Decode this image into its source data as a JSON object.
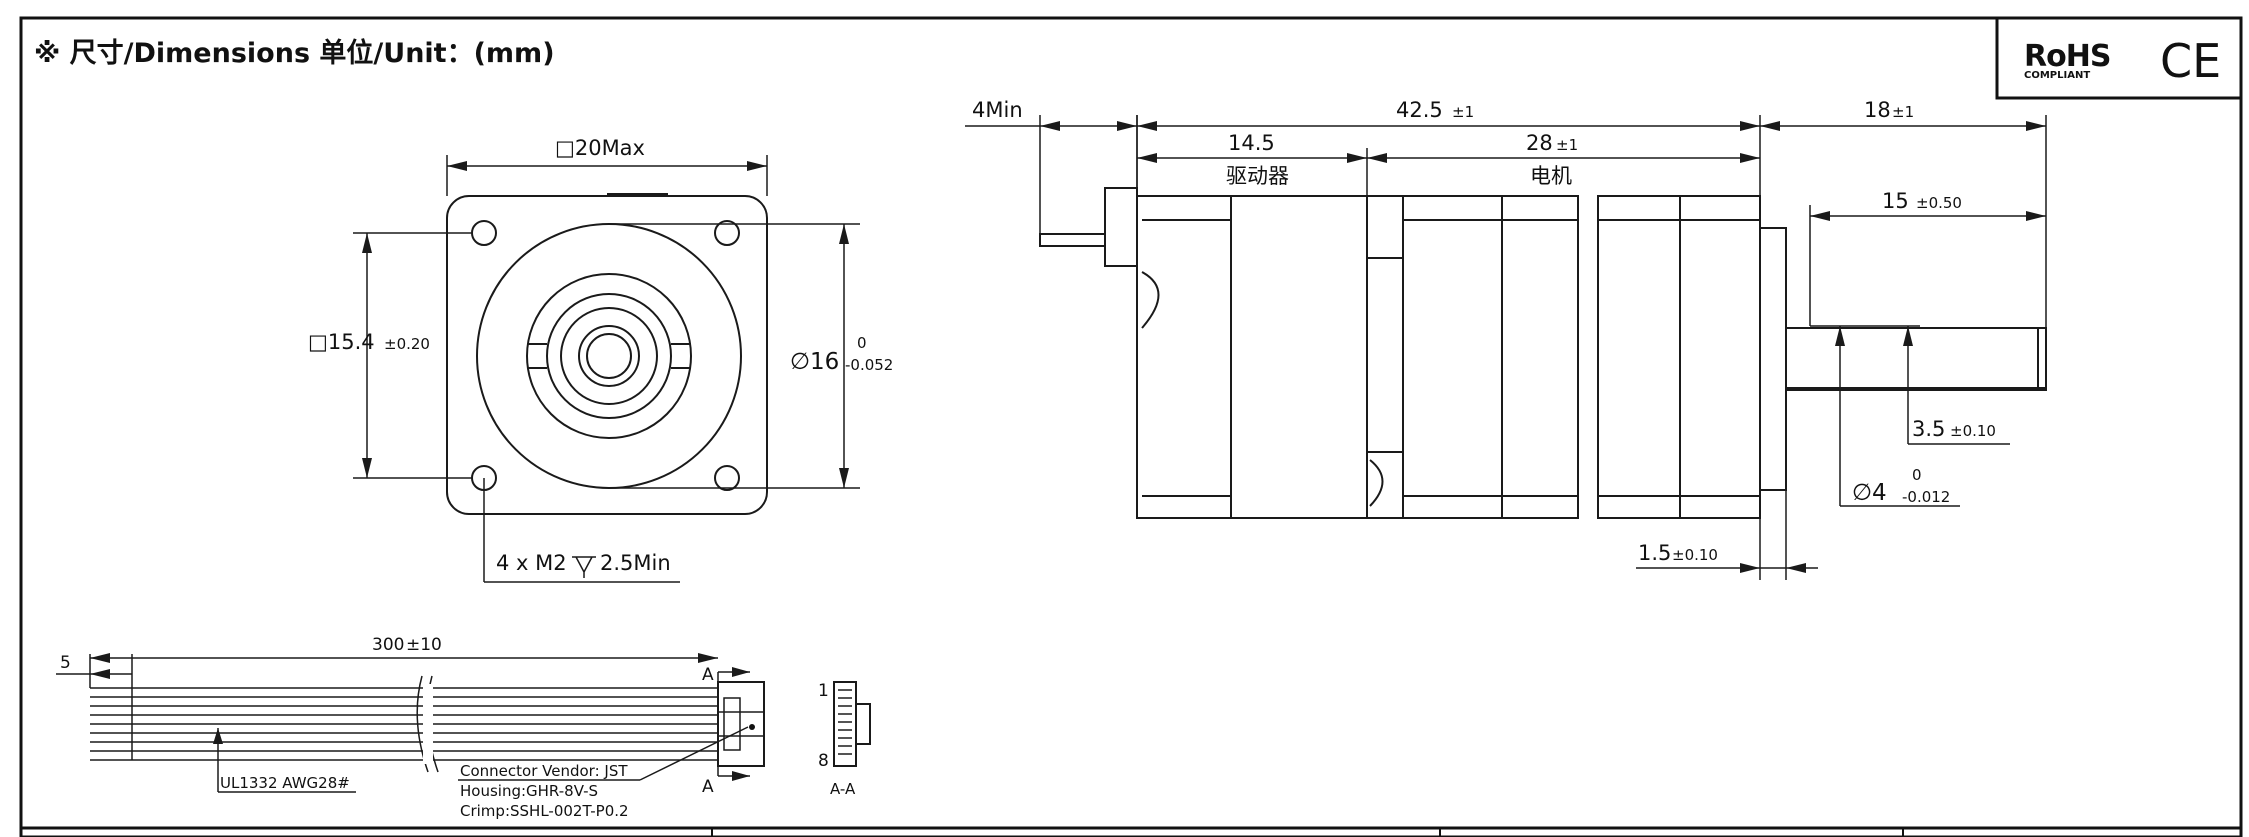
{
  "header": {
    "title": "※ 尺寸/Dimensions 单位/Unit：(mm)",
    "rohs_main": "RoHS",
    "rohs_sub": "COMPLIANT",
    "ce_mark": "CE"
  },
  "front_view": {
    "outer_square": "□20Max",
    "hole_spacing": "□15.4",
    "hole_spacing_tol": "±0.20",
    "pilot_dia": "∅16",
    "pilot_tol_upper": "0",
    "pilot_tol_lower": "-0.052",
    "thread_note": "4 x  M2",
    "thread_depth": "2.5Min"
  },
  "side_view": {
    "connector_min": "4Min",
    "total_length": "42.5",
    "total_tol": "±1",
    "shaft_length": "18",
    "shaft_tol": "±1",
    "driver_length": "14.5",
    "driver_label": "驱动器",
    "motor_length": "28",
    "motor_tol": "±1",
    "motor_label": "电机",
    "flat_length": "15",
    "flat_tol": "±0.50",
    "flat_depth": "3.5",
    "flat_depth_tol": "±0.10",
    "shaft_dia": "∅4",
    "shaft_dia_tol_upper": "0",
    "shaft_dia_tol_lower": "-0.012",
    "boss_height": "1.5",
    "boss_tol": "±0.10"
  },
  "cable": {
    "strip_length": "5",
    "length": "300",
    "length_tol": "±10",
    "section_mark_top": "A",
    "section_mark_bottom": "A",
    "wire_spec": "UL1332 AWG28#",
    "connector_vendor": "Connector Vendor: JST",
    "housing": "Housing:GHR-8V-S",
    "crimp": "Crimp:SSHL-002T-P0.2",
    "pin_first": "1",
    "pin_last": "8",
    "section_label": "A-A"
  }
}
